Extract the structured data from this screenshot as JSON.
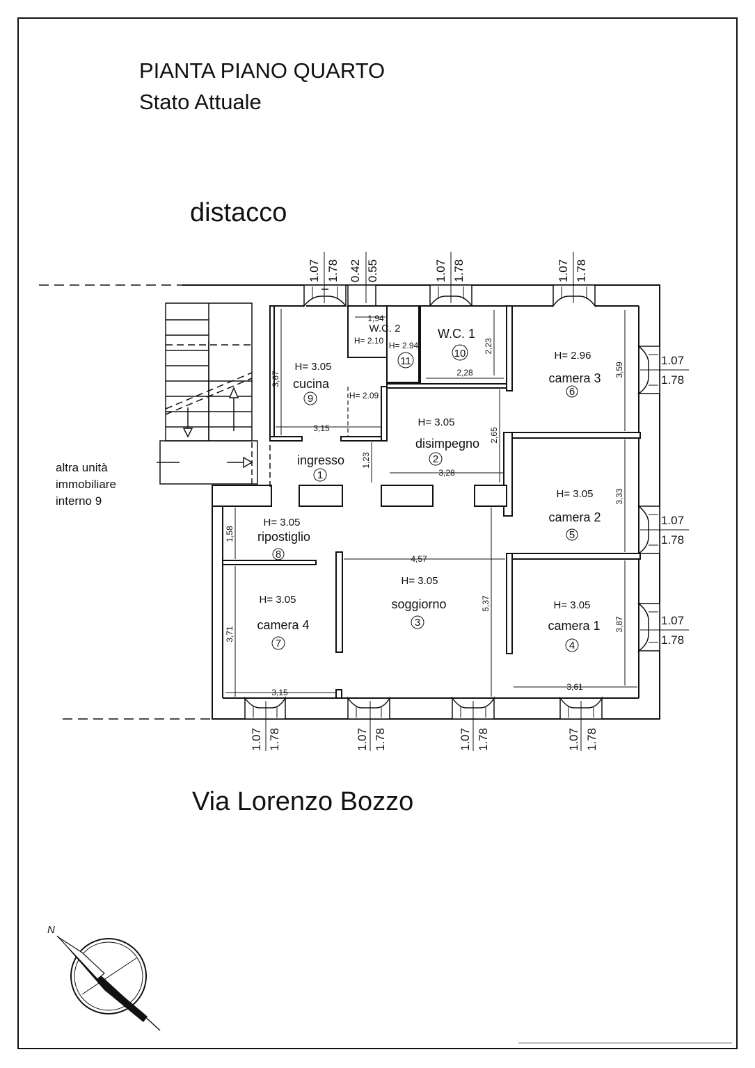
{
  "title": {
    "line1": "PIANTA PIANO QUARTO",
    "line2": "Stato Attuale"
  },
  "labels": {
    "top_side": "distacco",
    "street": "Via Lorenzo Bozzo",
    "left_unit_1": "altra unità",
    "left_unit_2": "immobiliare",
    "left_unit_3": "interno 9",
    "north": "N"
  },
  "rooms": [
    {
      "id": "ingresso",
      "name": "ingresso",
      "number": "1"
    },
    {
      "id": "disimpegno",
      "name": "disimpegno",
      "number": "2",
      "height": "H= 3.05"
    },
    {
      "id": "soggiorno",
      "name": "soggiorno",
      "number": "3",
      "height": "H= 3.05"
    },
    {
      "id": "camera1",
      "name": "camera 1",
      "number": "4",
      "height": "H= 3.05"
    },
    {
      "id": "camera2",
      "name": "camera 2",
      "number": "5",
      "height": "H= 3.05"
    },
    {
      "id": "camera3",
      "name": "camera 3",
      "number": "6",
      "height": "H= 2.96"
    },
    {
      "id": "camera4",
      "name": "camera 4",
      "number": "7",
      "height": "H= 3.05"
    },
    {
      "id": "ripostiglio",
      "name": "ripostiglio",
      "number": "8",
      "height": "H= 3.05"
    },
    {
      "id": "cucina",
      "name": "cucina",
      "number": "9",
      "height": "H= 3.05"
    },
    {
      "id": "wc1",
      "name": "W.C. 1",
      "number": "10"
    },
    {
      "id": "wc2",
      "name": "W.C. 2",
      "number": "11",
      "height": "H= 2.10"
    }
  ],
  "extra_heights": {
    "wc_room11": "H= 2.94",
    "cucina_nook": "H= 2.09"
  },
  "dimensions": {
    "cucina_w": "3,15",
    "cucina_h": "3,67",
    "wc2_w": "1,94",
    "wc1_w": "2,28",
    "wc1_h": "2,23",
    "camera3_h": "3,59",
    "disimpegno_w": "3,28",
    "disimpegno_h": "2,65",
    "ingresso_h": "1,23",
    "camera2_h": "3,33",
    "ripostiglio_h": "1,58",
    "soggiorno_w": "4,57",
    "soggiorno_h": "5,37",
    "camera4_w": "3,15",
    "camera4_h": "3,71",
    "camera1_w": "3,61",
    "camera1_h": "3,87"
  },
  "window_dims": {
    "a": "1.07",
    "b": "1.78",
    "small_a": "0.42",
    "small_b": "0.55"
  }
}
